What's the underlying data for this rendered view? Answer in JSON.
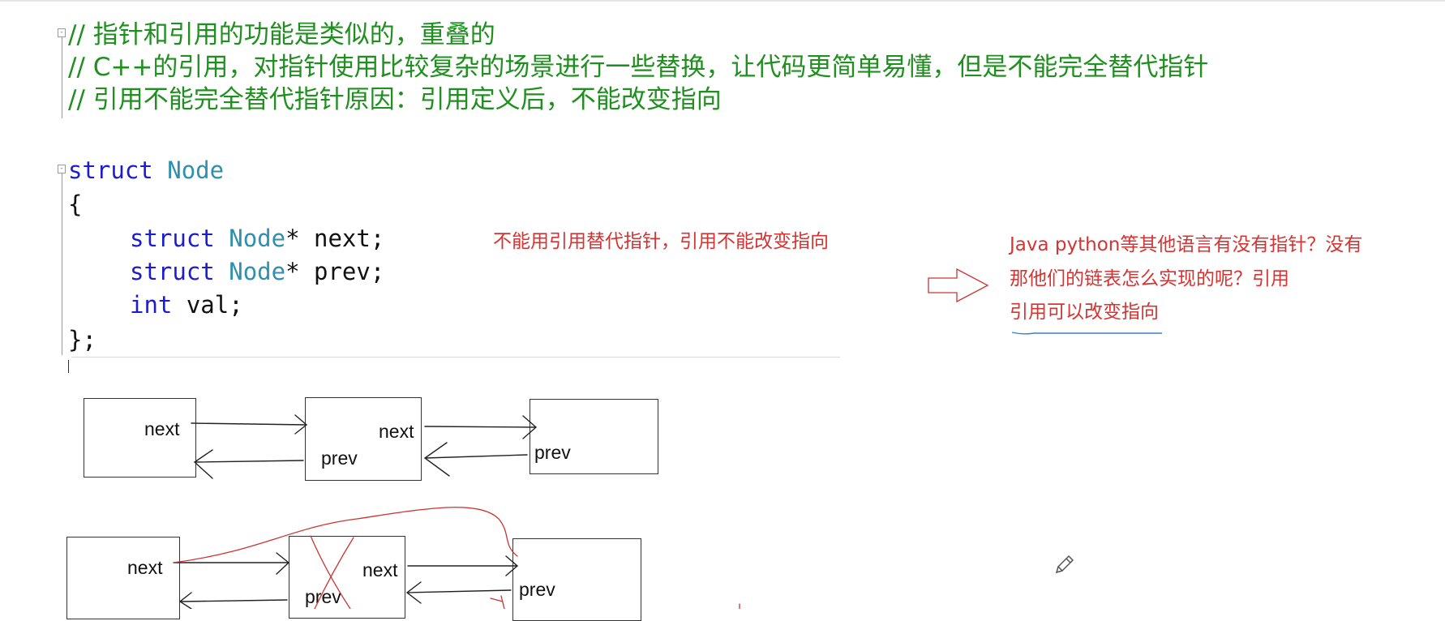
{
  "comments": [
    "// 指针和引用的功能是类似的，重叠的",
    "// C++的引用，对指针使用比较复杂的场景进行一些替换，让代码更简单易懂，但是不能完全替代指针",
    "// 引用不能完全替代指针原因：引用定义后，不能改变指向"
  ],
  "code": {
    "kw_struct": "struct",
    "type_node": "Node",
    "open_brace": "{",
    "member1_rest": "* next;",
    "member2_rest": "* prev;",
    "kw_int": "int",
    "member3_rest": " val;",
    "close_brace": "};"
  },
  "annotations": {
    "middle_note": "不能用引用替代指针，引用不能改变指向",
    "right_note": [
      "Java python等其他语言有没有指针？没有",
      "那他们的链表怎么实现的呢？引用",
      "引用可以改变指向"
    ]
  },
  "diagram_top": {
    "node1_next": "next",
    "node2_next": "next",
    "node2_prev": "prev",
    "node3_prev": "prev"
  },
  "diagram_bottom": {
    "node1_next": "next",
    "node2_next": "next",
    "node2_prev": "prev",
    "node3_prev": "prev"
  },
  "colors": {
    "comment": "#1f8f1f",
    "keyword": "#1c1ccc",
    "type": "#2e8fae",
    "annotation": "#d63333",
    "underline": "#3a7fc4"
  },
  "icons": [
    "pencil-icon",
    "right-arrow-icon"
  ]
}
